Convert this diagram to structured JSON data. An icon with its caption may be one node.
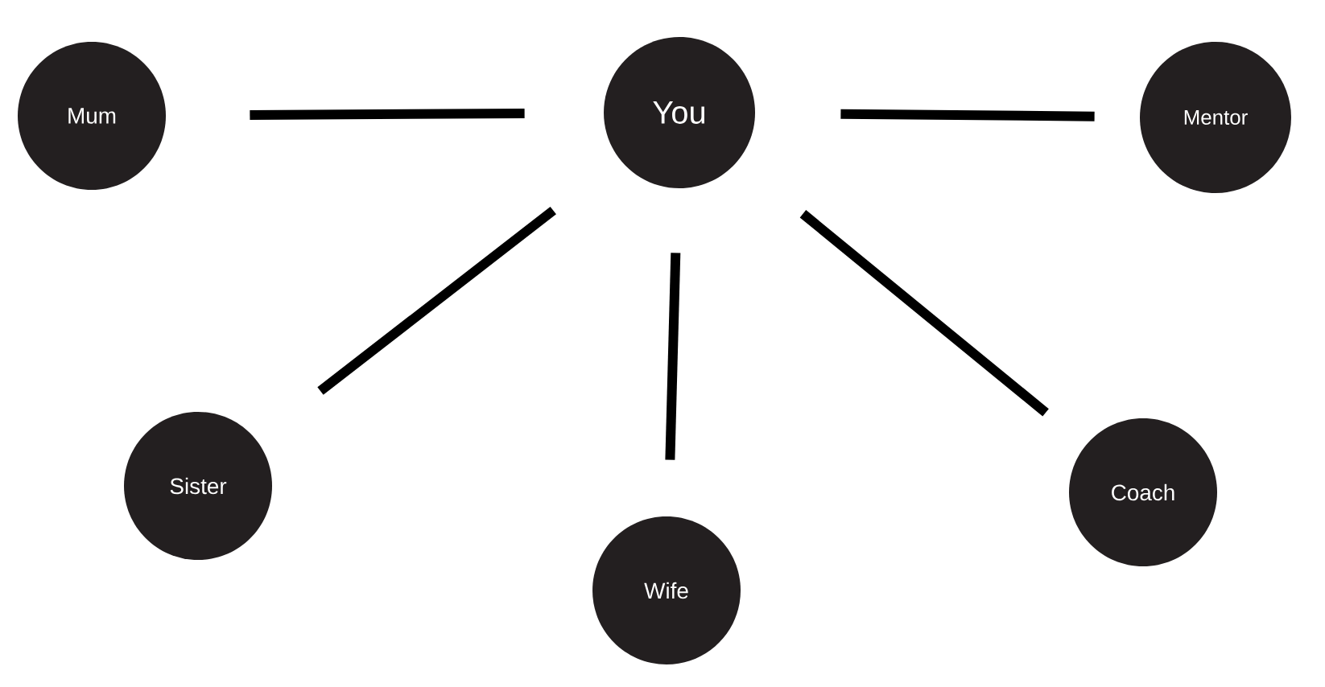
{
  "diagram": {
    "nodes": [
      {
        "text": [
          "Mum"
        ]
      },
      {
        "text": [
          "You"
        ]
      },
      {
        "text": [
          "Mentor"
        ]
      },
      {
        "text": [
          "Sister"
        ]
      },
      {
        "text": [
          "Wife"
        ]
      },
      {
        "text": [
          "Coach"
        ]
      }
    ],
    "edges": [
      {
        "from": 1,
        "to": 0,
        "arrow": "none"
      },
      {
        "from": 1,
        "to": 2,
        "arrow": "none"
      },
      {
        "from": 1,
        "to": 3,
        "arrow": "none"
      },
      {
        "from": 1,
        "to": 4,
        "arrow": "none"
      },
      {
        "from": 1,
        "to": 5,
        "arrow": "none"
      }
    ]
  }
}
